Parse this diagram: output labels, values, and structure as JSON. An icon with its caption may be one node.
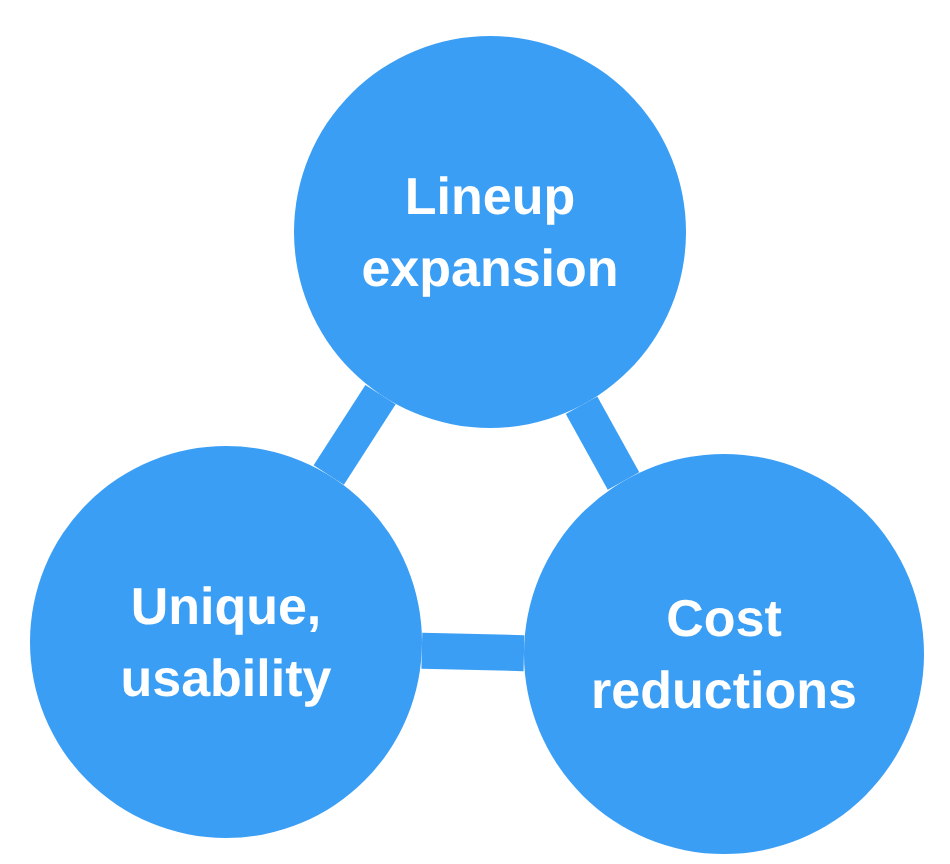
{
  "diagram": {
    "nodes": [
      {
        "text": [
          "Lineup expansion"
        ]
      },
      {
        "text": [
          "Unique, usability"
        ]
      },
      {
        "text": [
          "Cost reductions"
        ]
      }
    ],
    "edges": [
      {
        "from": 0,
        "to": 1,
        "arrow": "none"
      },
      {
        "from": 0,
        "to": 2,
        "arrow": "none"
      },
      {
        "from": 1,
        "to": 2,
        "arrow": "none"
      }
    ]
  }
}
